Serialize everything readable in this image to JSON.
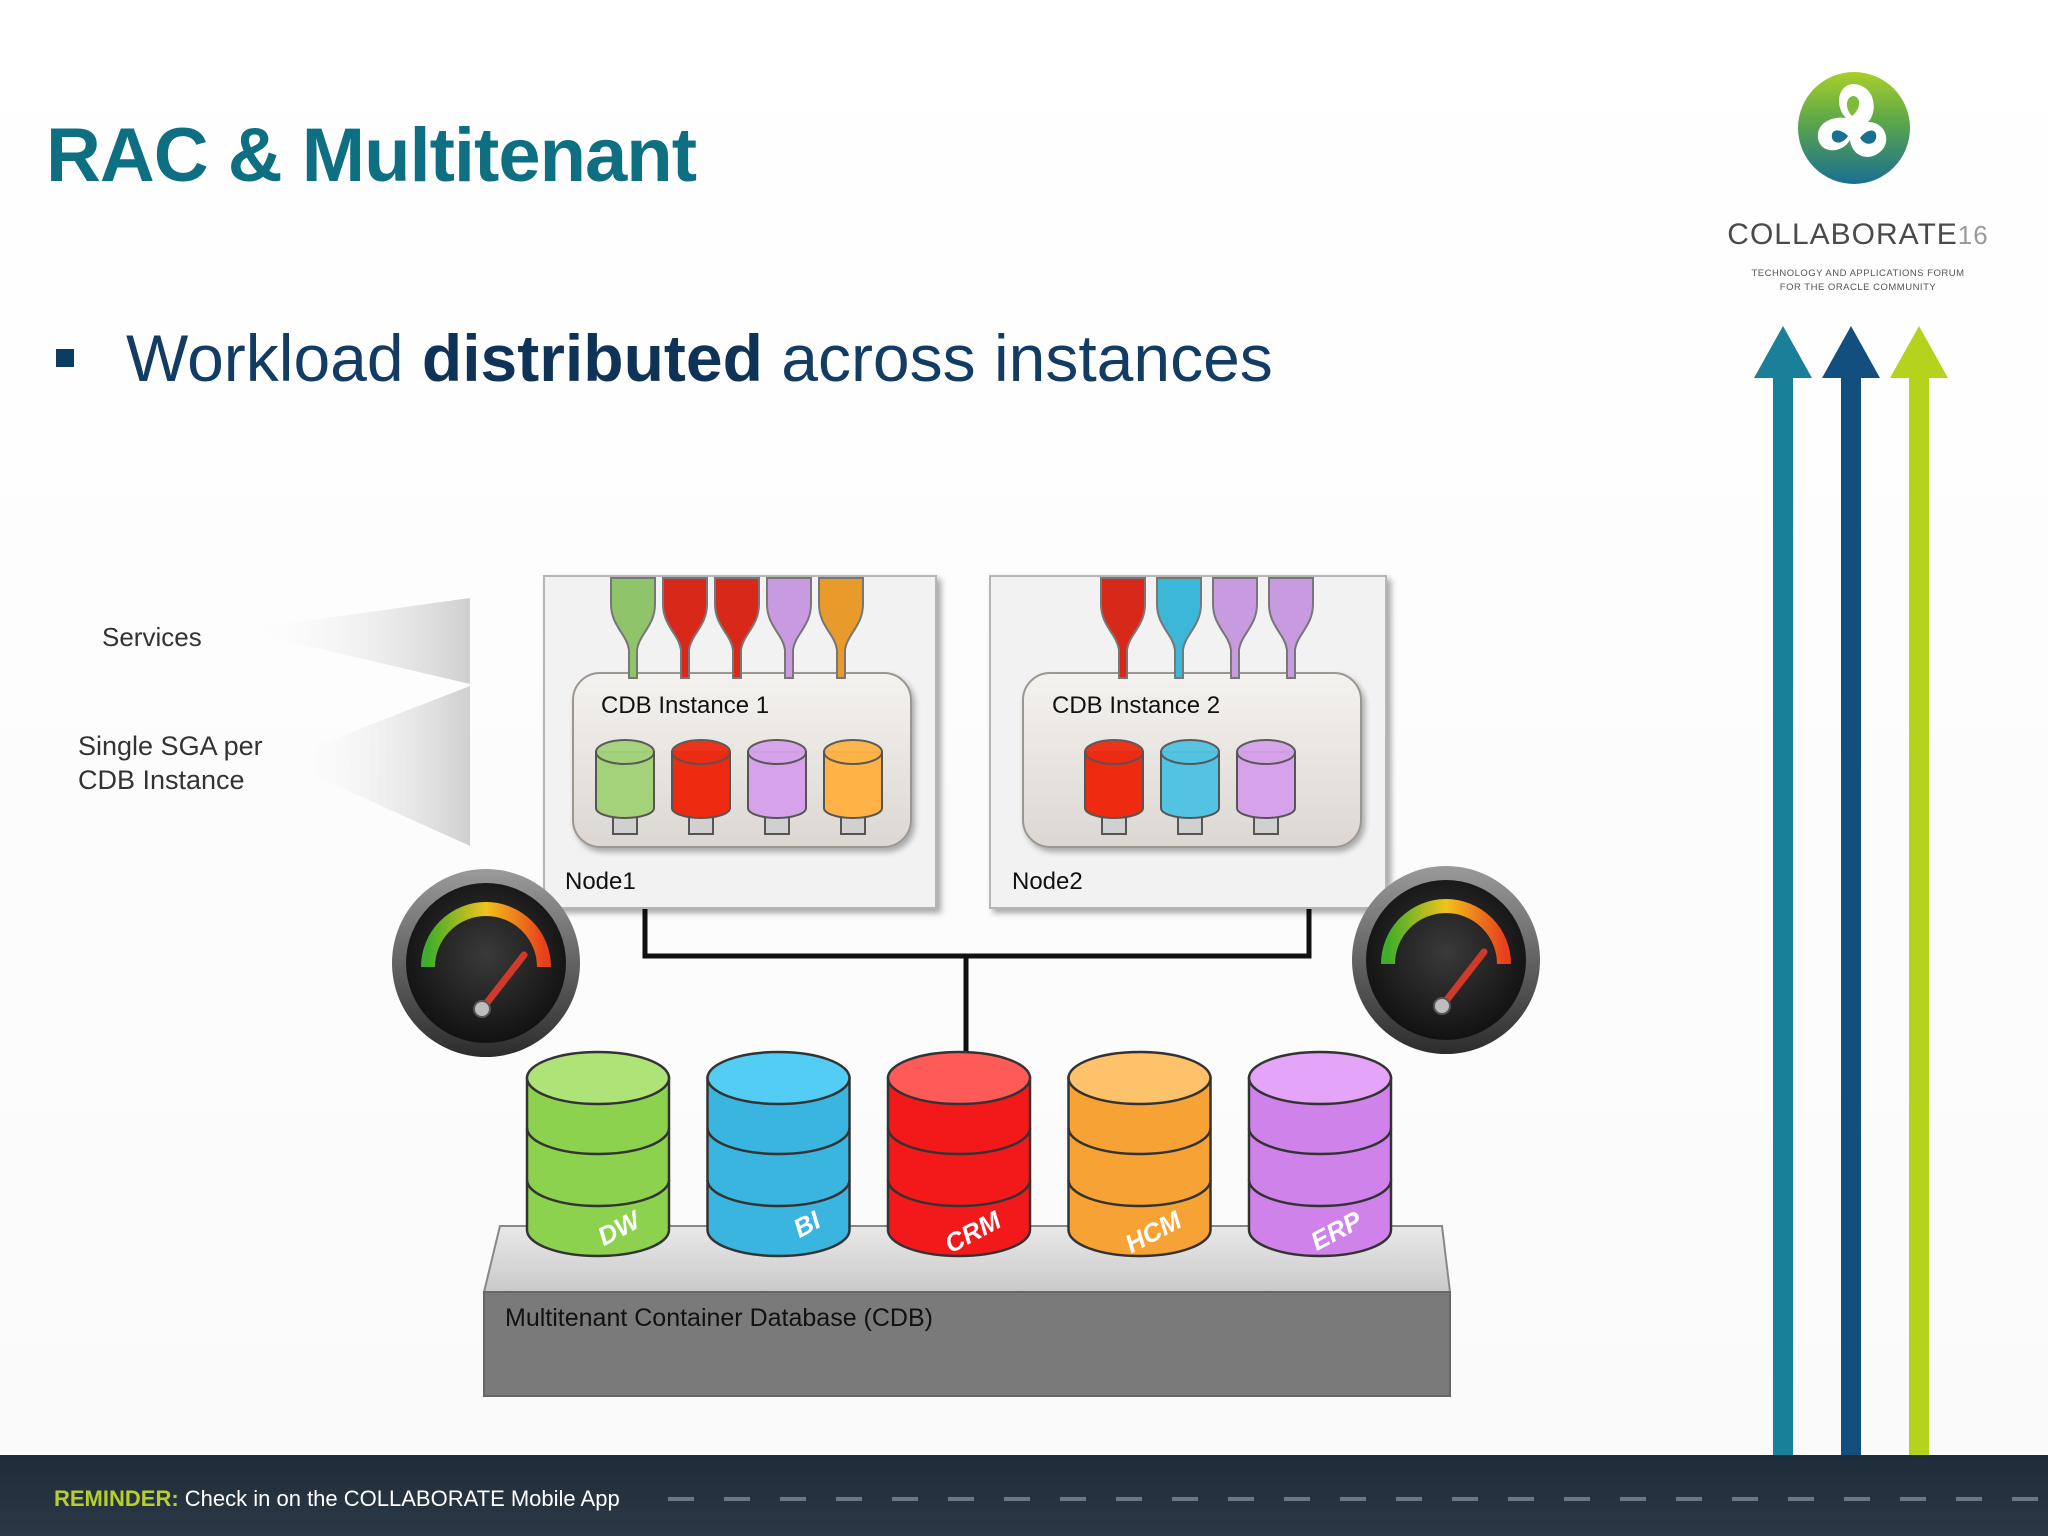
{
  "slide": {
    "title": "RAC & Multitenant",
    "bullet": {
      "prefix": "Workload ",
      "emphasis": "distributed",
      "suffix": " across instances"
    }
  },
  "logo": {
    "wordmark": "COLLABORATE",
    "edition": "16",
    "tagline_1": "TECHNOLOGY AND APPLICATIONS FORUM",
    "tagline_2": "FOR THE ORACLE COMMUNITY"
  },
  "legend": {
    "services": "Services",
    "sga_line1": "Single SGA per",
    "sga_line2": "CDB Instance"
  },
  "nodes": [
    {
      "node_label": "Node1",
      "instance_label": "CDB Instance 1",
      "service_colors": [
        "#8fc46a",
        "#d8281a",
        "#d8281a",
        "#c89be0",
        "#e89a2a"
      ],
      "pdb_colors": [
        "#a4d27a",
        "#ee2a10",
        "#d6a2ea",
        "#ffb347"
      ]
    },
    {
      "node_label": "Node2",
      "instance_label": "CDB Instance 2",
      "service_colors": [
        "#d8281a",
        "#3cb7d8",
        "#c89be0",
        "#c89be0"
      ],
      "pdb_colors": [
        "#ee2a10",
        "#52c3e2",
        "#d6a2ea"
      ]
    }
  ],
  "databases": [
    {
      "label": "DW",
      "color": "#8cd24e",
      "top": "#aee477"
    },
    {
      "label": "BI",
      "color": "#39b5df",
      "top": "#53cdf4"
    },
    {
      "label": "CRM",
      "color": "#f3191a",
      "top": "#fd5a58"
    },
    {
      "label": "HCM",
      "color": "#f7a235",
      "top": "#fdc26a"
    },
    {
      "label": "ERP",
      "color": "#cf82ea",
      "top": "#e4a4f7"
    }
  ],
  "cdb": {
    "label": "Multitenant Container Database (CDB)"
  },
  "footer": {
    "reminder_key": "REMINDER:",
    "reminder_text": " Check in on the COLLABORATE Mobile App"
  },
  "colors": {
    "title": "#0e6f82",
    "arrow_teal": "#1a7f98",
    "arrow_navy": "#124e7e",
    "arrow_green": "#b5d21d",
    "footer_accent": "#b7cf2a"
  }
}
